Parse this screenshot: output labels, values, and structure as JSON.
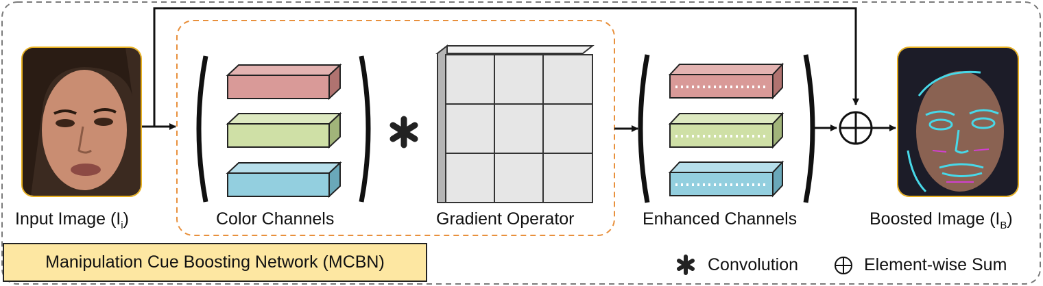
{
  "labels": {
    "input_image": "Input Image (I",
    "input_sub": "i",
    "close_paren": ")",
    "color_channels": "Color Channels",
    "gradient_operator": "Gradient Operator",
    "enhanced_channels": "Enhanced Channels",
    "boosted_image": "Boosted Image (I",
    "boosted_sub": "B"
  },
  "network_title": "Manipulation Cue Boosting Network (MCBN)",
  "legend": {
    "convolution": "Convolution",
    "element_wise_sum": "Element-wise Sum"
  },
  "colors": {
    "red_channel": "#d99a98",
    "green_channel": "#cfe0a6",
    "blue_channel": "#93cfdf",
    "dashed_frame": "#e8903c",
    "title_box": "#fde7a2",
    "photo_border": "#e8b020"
  }
}
